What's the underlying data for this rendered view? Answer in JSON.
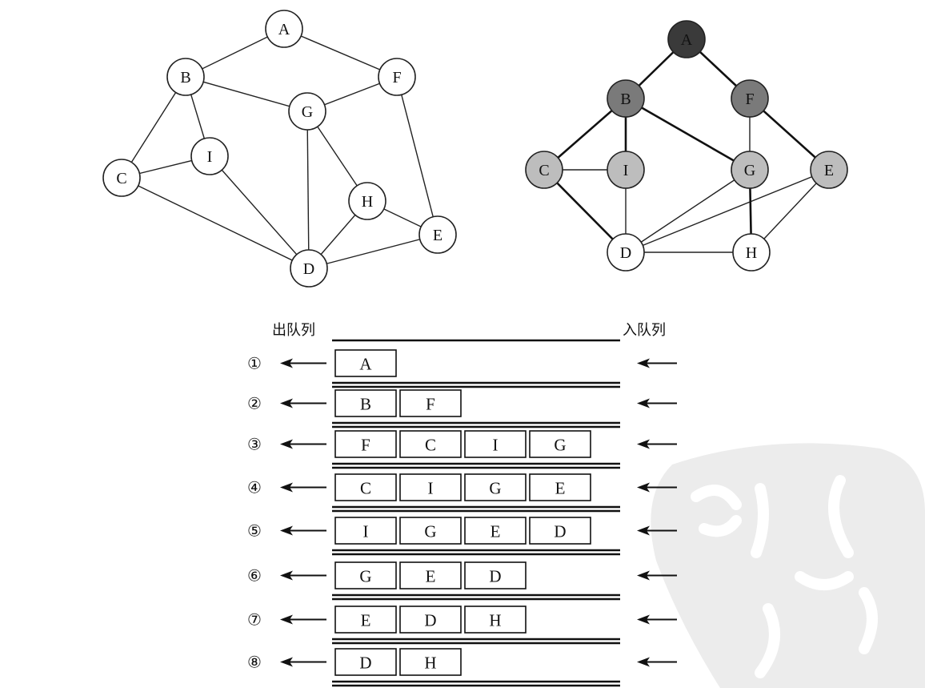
{
  "graph_left": {
    "nodes": [
      {
        "id": "A"
      },
      {
        "id": "B"
      },
      {
        "id": "F"
      },
      {
        "id": "G"
      },
      {
        "id": "I"
      },
      {
        "id": "C"
      },
      {
        "id": "H"
      },
      {
        "id": "E"
      },
      {
        "id": "D"
      }
    ],
    "edges": [
      [
        "A",
        "B"
      ],
      [
        "A",
        "F"
      ],
      [
        "B",
        "G"
      ],
      [
        "B",
        "C"
      ],
      [
        "B",
        "I"
      ],
      [
        "F",
        "G"
      ],
      [
        "F",
        "E"
      ],
      [
        "C",
        "I"
      ],
      [
        "C",
        "D"
      ],
      [
        "I",
        "D"
      ],
      [
        "G",
        "D"
      ],
      [
        "G",
        "H"
      ],
      [
        "H",
        "D"
      ],
      [
        "H",
        "E"
      ],
      [
        "E",
        "D"
      ]
    ]
  },
  "graph_right": {
    "nodes": [
      {
        "id": "A",
        "shade": "dark"
      },
      {
        "id": "B",
        "shade": "medium"
      },
      {
        "id": "F",
        "shade": "medium"
      },
      {
        "id": "C",
        "shade": "light"
      },
      {
        "id": "I",
        "shade": "light"
      },
      {
        "id": "G",
        "shade": "light"
      },
      {
        "id": "E",
        "shade": "light"
      },
      {
        "id": "D",
        "shade": "white"
      },
      {
        "id": "H",
        "shade": "white"
      }
    ],
    "tree_edges": [
      [
        "A",
        "B"
      ],
      [
        "A",
        "F"
      ],
      [
        "B",
        "C"
      ],
      [
        "B",
        "I"
      ],
      [
        "B",
        "G"
      ],
      [
        "F",
        "E"
      ],
      [
        "C",
        "D"
      ],
      [
        "G",
        "H"
      ]
    ],
    "other_edges": [
      [
        "C",
        "I"
      ],
      [
        "F",
        "G"
      ],
      [
        "I",
        "D"
      ],
      [
        "G",
        "D"
      ],
      [
        "E",
        "D"
      ],
      [
        "E",
        "H"
      ],
      [
        "D",
        "H"
      ]
    ],
    "colors": {
      "dark": "#3a3a3a",
      "medium": "#7a7a7a",
      "light": "#bdbdbd",
      "white": "#ffffff"
    }
  },
  "queue": {
    "out_label": "出队列",
    "in_label": "入队列",
    "rows": [
      {
        "step": "①",
        "cells": [
          "A"
        ]
      },
      {
        "step": "②",
        "cells": [
          "B",
          "F"
        ]
      },
      {
        "step": "③",
        "cells": [
          "F",
          "C",
          "I",
          "G"
        ]
      },
      {
        "step": "④",
        "cells": [
          "C",
          "I",
          "G",
          "E"
        ]
      },
      {
        "step": "⑤",
        "cells": [
          "I",
          "G",
          "E",
          "D"
        ]
      },
      {
        "step": "⑥",
        "cells": [
          "G",
          "E",
          "D"
        ]
      },
      {
        "step": "⑦",
        "cells": [
          "E",
          "D",
          "H"
        ]
      },
      {
        "step": "⑧",
        "cells": [
          "D",
          "H"
        ]
      }
    ]
  }
}
